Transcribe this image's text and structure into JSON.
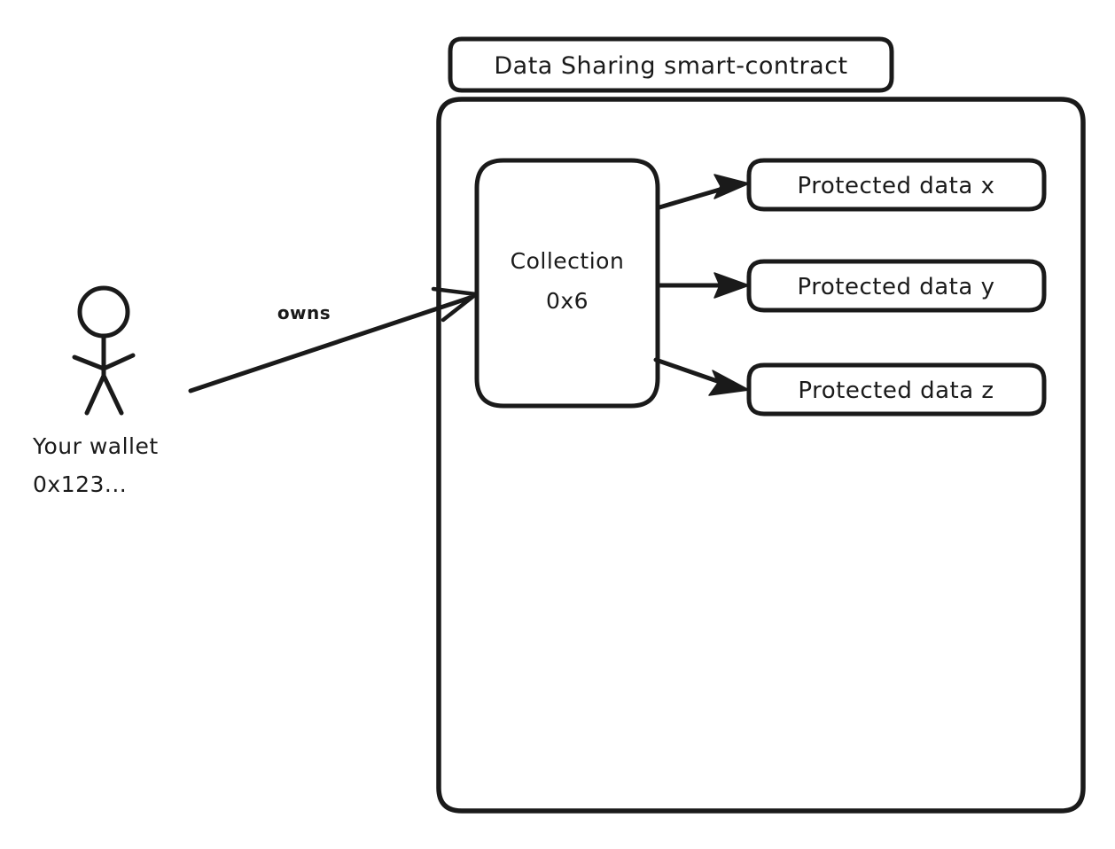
{
  "diagram": {
    "title": "Data Sharing smart-contract",
    "background_color": "#ffffff",
    "stroke_color": "#1a1a1a",
    "text_color": "#1a1a1a",
    "style": "hand-drawn whiteboard sketch"
  },
  "contract": {
    "title_label": "Data Sharing smart-contract"
  },
  "collection": {
    "line1": "Collection",
    "line2": "0x6"
  },
  "protected_data": [
    {
      "label": "Protected data x"
    },
    {
      "label": "Protected data y"
    },
    {
      "label": "Protected data z"
    }
  ],
  "actor": {
    "line1": "Your wallet",
    "line2": "0x123...",
    "icon": "stick-figure-person-icon"
  },
  "edges": [
    {
      "label": "owns",
      "from": "Your wallet 0x123...",
      "to": "Collection 0x6"
    },
    {
      "label": "",
      "from": "Collection 0x6",
      "to": "Protected data x"
    },
    {
      "label": "",
      "from": "Collection 0x6",
      "to": "Protected data y"
    },
    {
      "label": "",
      "from": "Collection 0x6",
      "to": "Protected data z"
    }
  ]
}
